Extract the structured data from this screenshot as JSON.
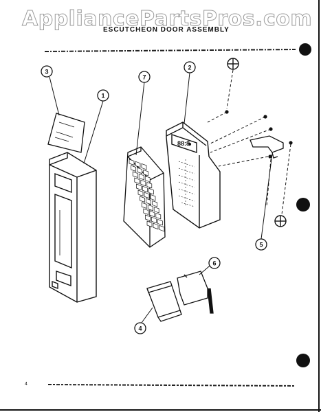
{
  "watermark": "AppliancePartsPros.com",
  "title": "ESCUTCHEON DOOR ASSEMBLY",
  "page_number": "4",
  "display_readout": "88:8",
  "callouts": [
    {
      "id": "callout-1",
      "label": "1"
    },
    {
      "id": "callout-2",
      "label": "2"
    },
    {
      "id": "callout-3",
      "label": "3"
    },
    {
      "id": "callout-4",
      "label": "4"
    },
    {
      "id": "callout-5",
      "label": "5"
    },
    {
      "id": "callout-6",
      "label": "6"
    },
    {
      "id": "callout-7",
      "label": "7"
    }
  ],
  "colors": {
    "ink": "#111111",
    "paper": "#ffffff",
    "watermark_outline": "#9a9a9a"
  }
}
